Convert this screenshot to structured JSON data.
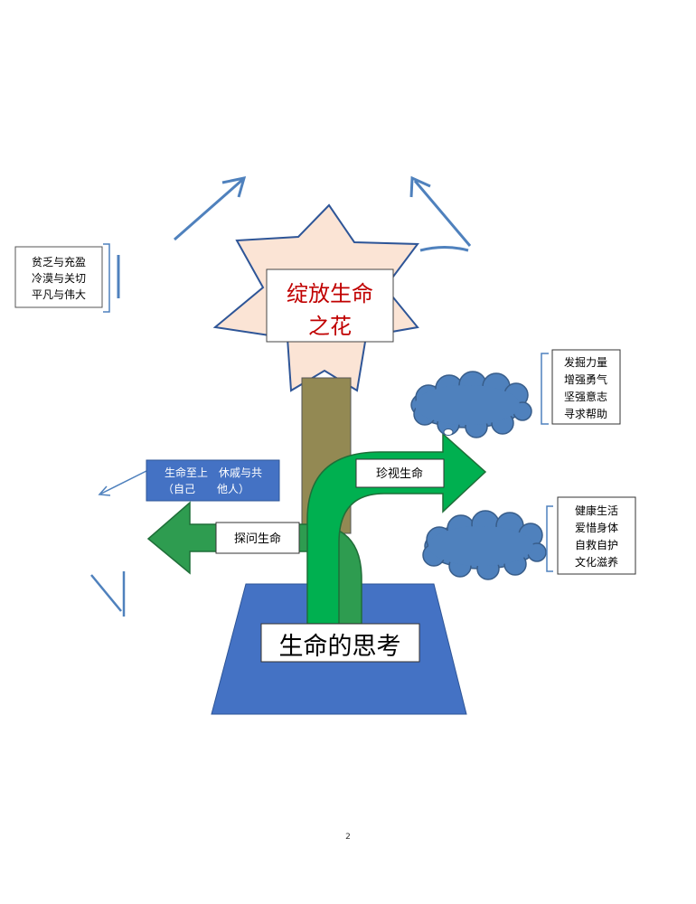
{
  "flower": {
    "title_line1": "绽放生命",
    "title_line2": "之花",
    "title_color": "#c00000",
    "petal_fill": "#fbe4d5",
    "petal_stroke": "#2e5597"
  },
  "contrasts": {
    "lines": [
      "贫乏与充盈",
      "冷漠与关切",
      "平凡与伟大"
    ]
  },
  "power": {
    "lines": [
      "发掘力量",
      "增强勇气",
      "坚强意志",
      "寻求帮助"
    ]
  },
  "health": {
    "lines": [
      "健康生活",
      "爱惜身体",
      "自救自护",
      "文化滋养"
    ]
  },
  "value": {
    "line1": "生命至上　休戚与共",
    "line2": "（自己　　他人）",
    "fill": "#4472c4"
  },
  "explore_label": "探问生命",
  "cherish_label": "珍视生命",
  "base": {
    "label": "生命的思考",
    "fill": "#4472c4"
  },
  "colors": {
    "stem": "#938953",
    "arrow_green": "#00b050",
    "arrow_green_dark": "#2e9c50",
    "cloud": "#4f81bd",
    "cloud_stroke": "#385d8a",
    "line_blue": "#4f81bd"
  },
  "page_number": "2"
}
